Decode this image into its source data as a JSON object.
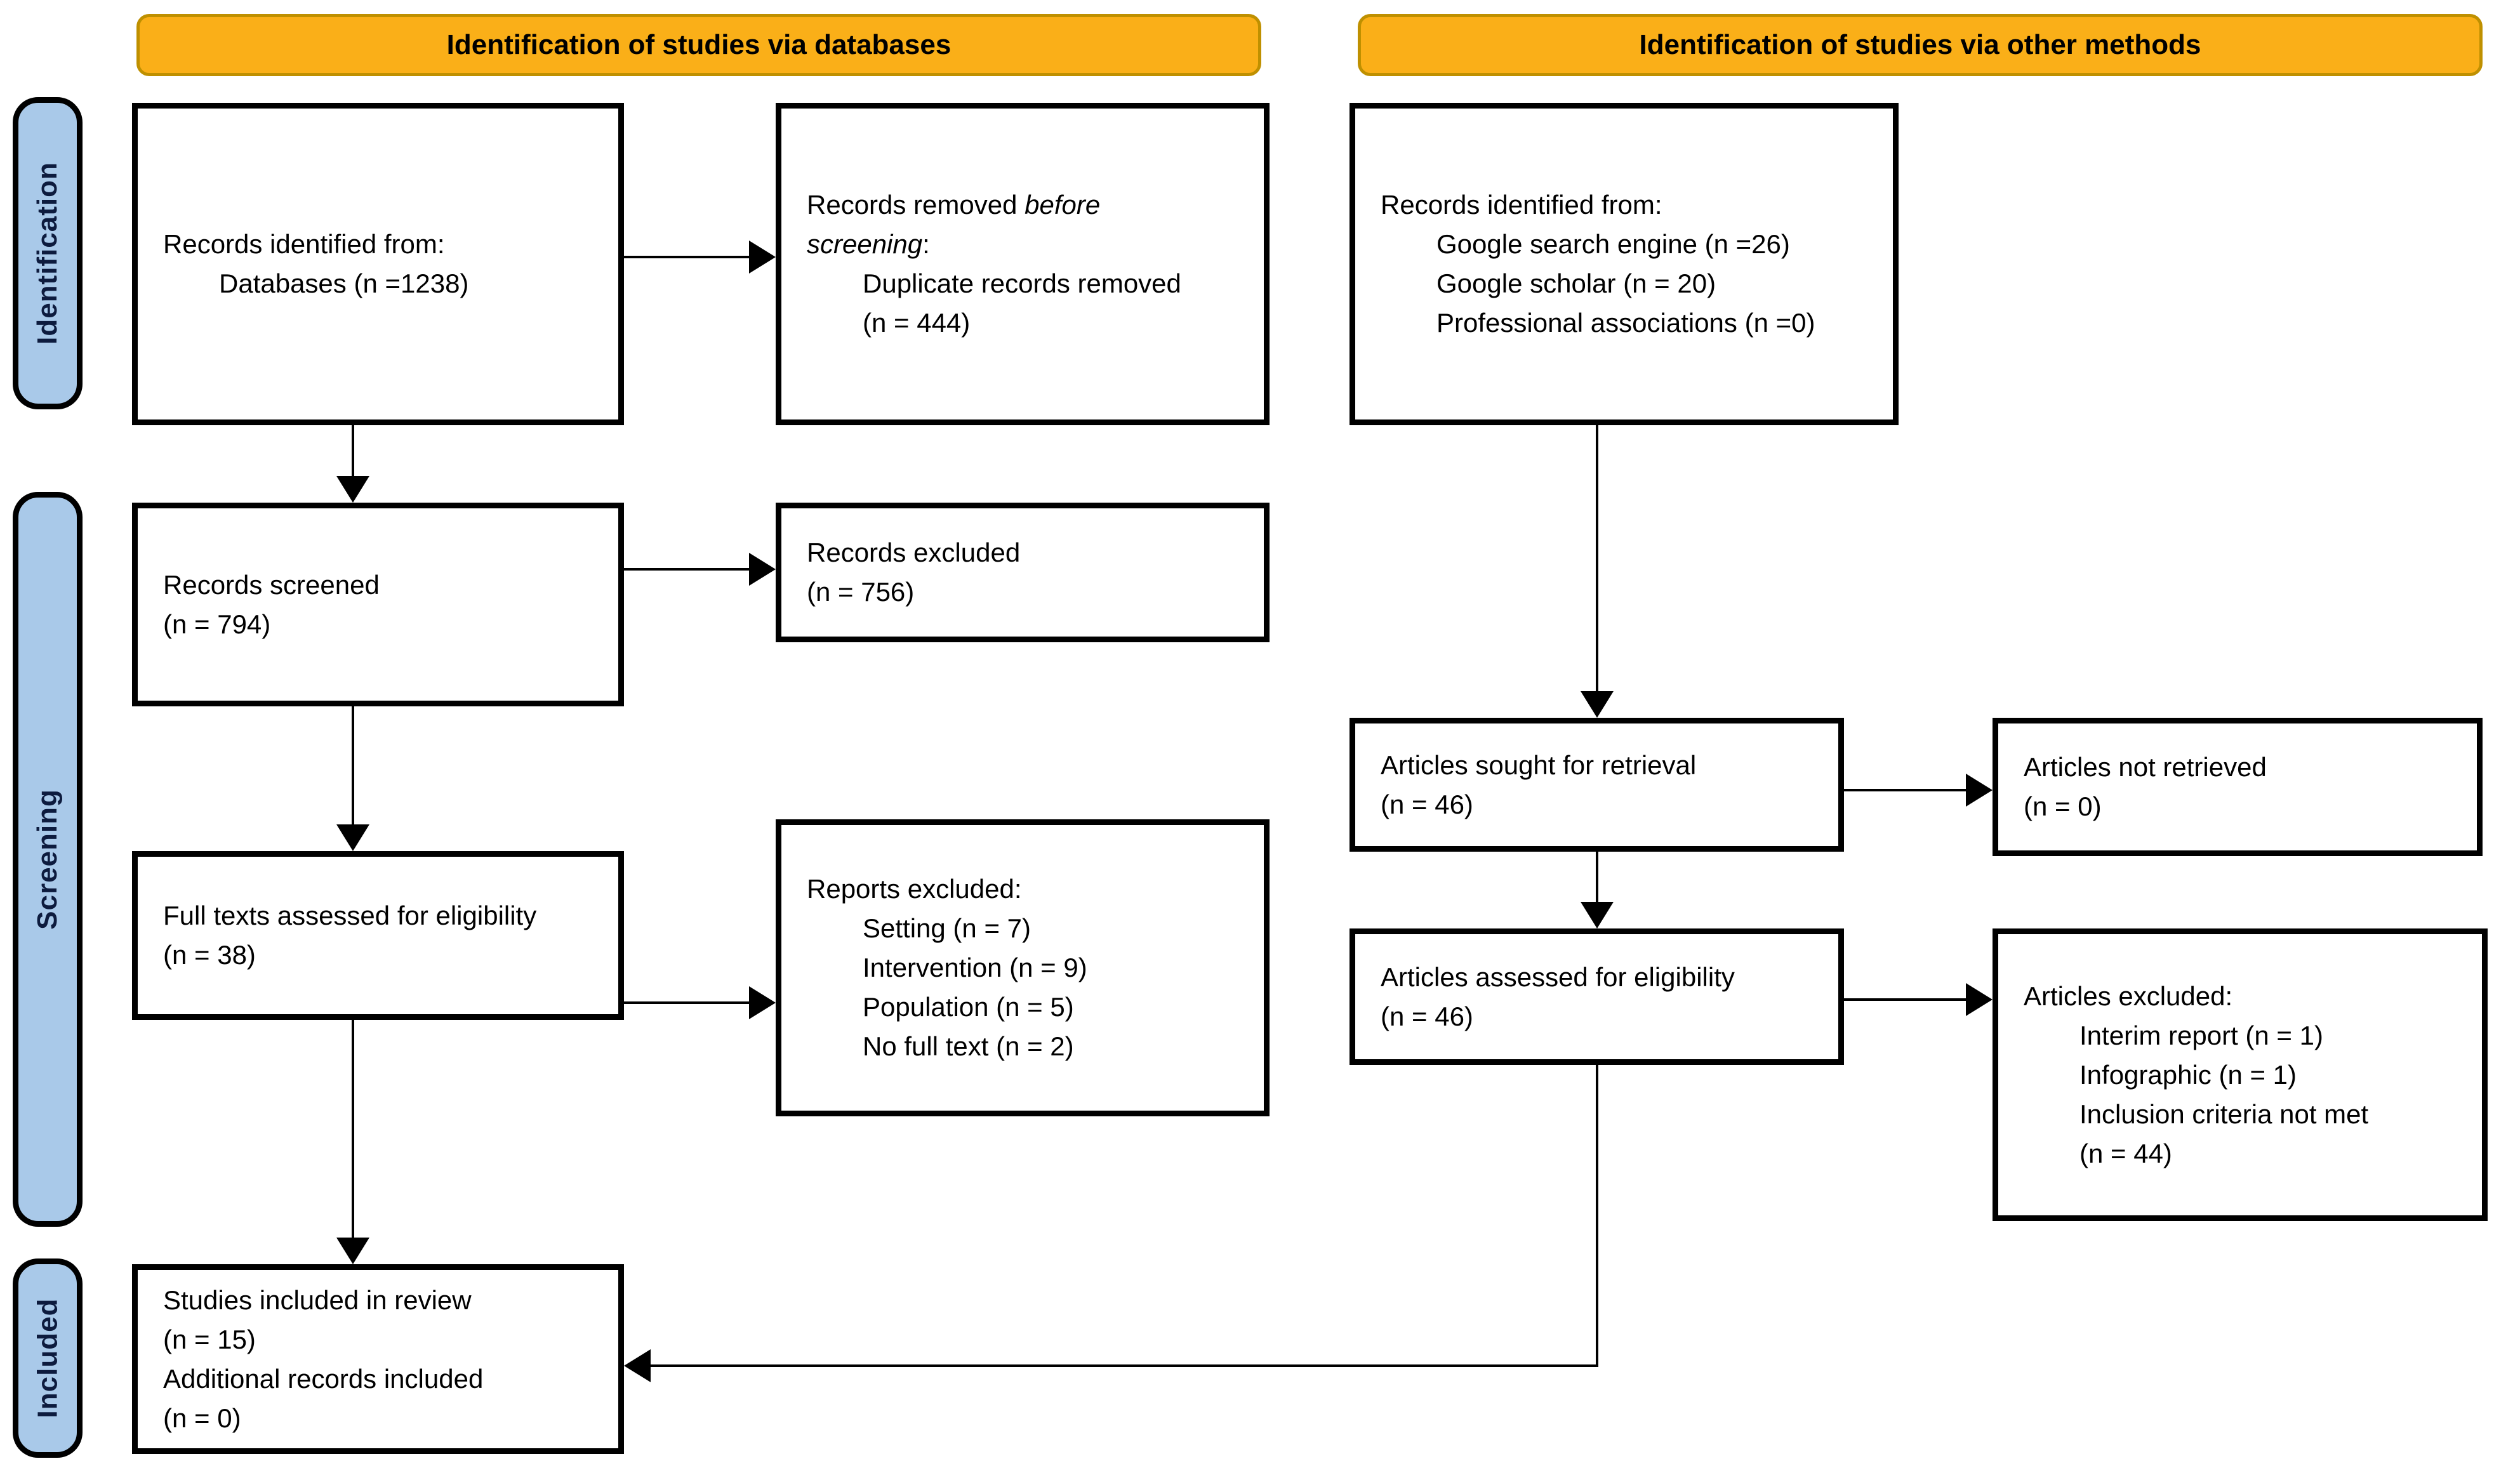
{
  "banners": {
    "databases": "Identification of studies via databases",
    "other_methods": "Identification of studies via other methods"
  },
  "stages": {
    "identification": "Identification",
    "screening": "Screening",
    "included": "Included"
  },
  "boxes": {
    "records_identified_databases": {
      "lines": [
        "Records identified from:",
        "Databases (n =1238)"
      ]
    },
    "records_removed": {
      "line1": {
        "normal": "Records removed ",
        "italic": "before"
      },
      "line2": {
        "italic": "screening",
        "normal": ":"
      },
      "line3": "Duplicate records removed",
      "line4": "(n = 444)"
    },
    "records_identified_other": {
      "lines": [
        "Records identified from:",
        "Google search engine (n =26)",
        "Google scholar (n = 20)",
        "Professional associations (n =0)"
      ]
    },
    "records_screened": {
      "lines": [
        "Records screened",
        "(n = 794)"
      ]
    },
    "records_excluded": {
      "lines": [
        "Records excluded",
        "(n = 756)"
      ]
    },
    "full_texts_assessed": {
      "lines": [
        "Full texts assessed for eligibility",
        "(n = 38)"
      ]
    },
    "reports_excluded": {
      "lines": [
        "Reports excluded:",
        "Setting (n = 7)",
        "Intervention (n = 9)",
        "Population (n = 5)",
        "No full text (n = 2)"
      ]
    },
    "articles_sought": {
      "lines": [
        "Articles sought for retrieval",
        "(n = 46)"
      ]
    },
    "articles_not_retrieved": {
      "lines": [
        "Articles not retrieved",
        "(n = 0)"
      ]
    },
    "articles_assessed": {
      "lines": [
        "Articles assessed for eligibility",
        "(n = 46)"
      ]
    },
    "articles_excluded": {
      "lines": [
        "Articles excluded:",
        "Interim report (n = 1)",
        "Infographic (n = 1)",
        "Inclusion criteria not met",
        "(n = 44)"
      ]
    },
    "studies_included": {
      "lines": [
        "Studies included in review",
        "(n = 15)",
        "Additional records included",
        "(n = 0)"
      ]
    }
  },
  "colors": {
    "banner_fill": "#FAAF18",
    "banner_border": "#BF9000",
    "stage_fill": "#A9C9E9",
    "stage_border": "#000000",
    "stage_text": "#0D1B3E",
    "box_border": "#000000",
    "arrow": "#000000"
  }
}
